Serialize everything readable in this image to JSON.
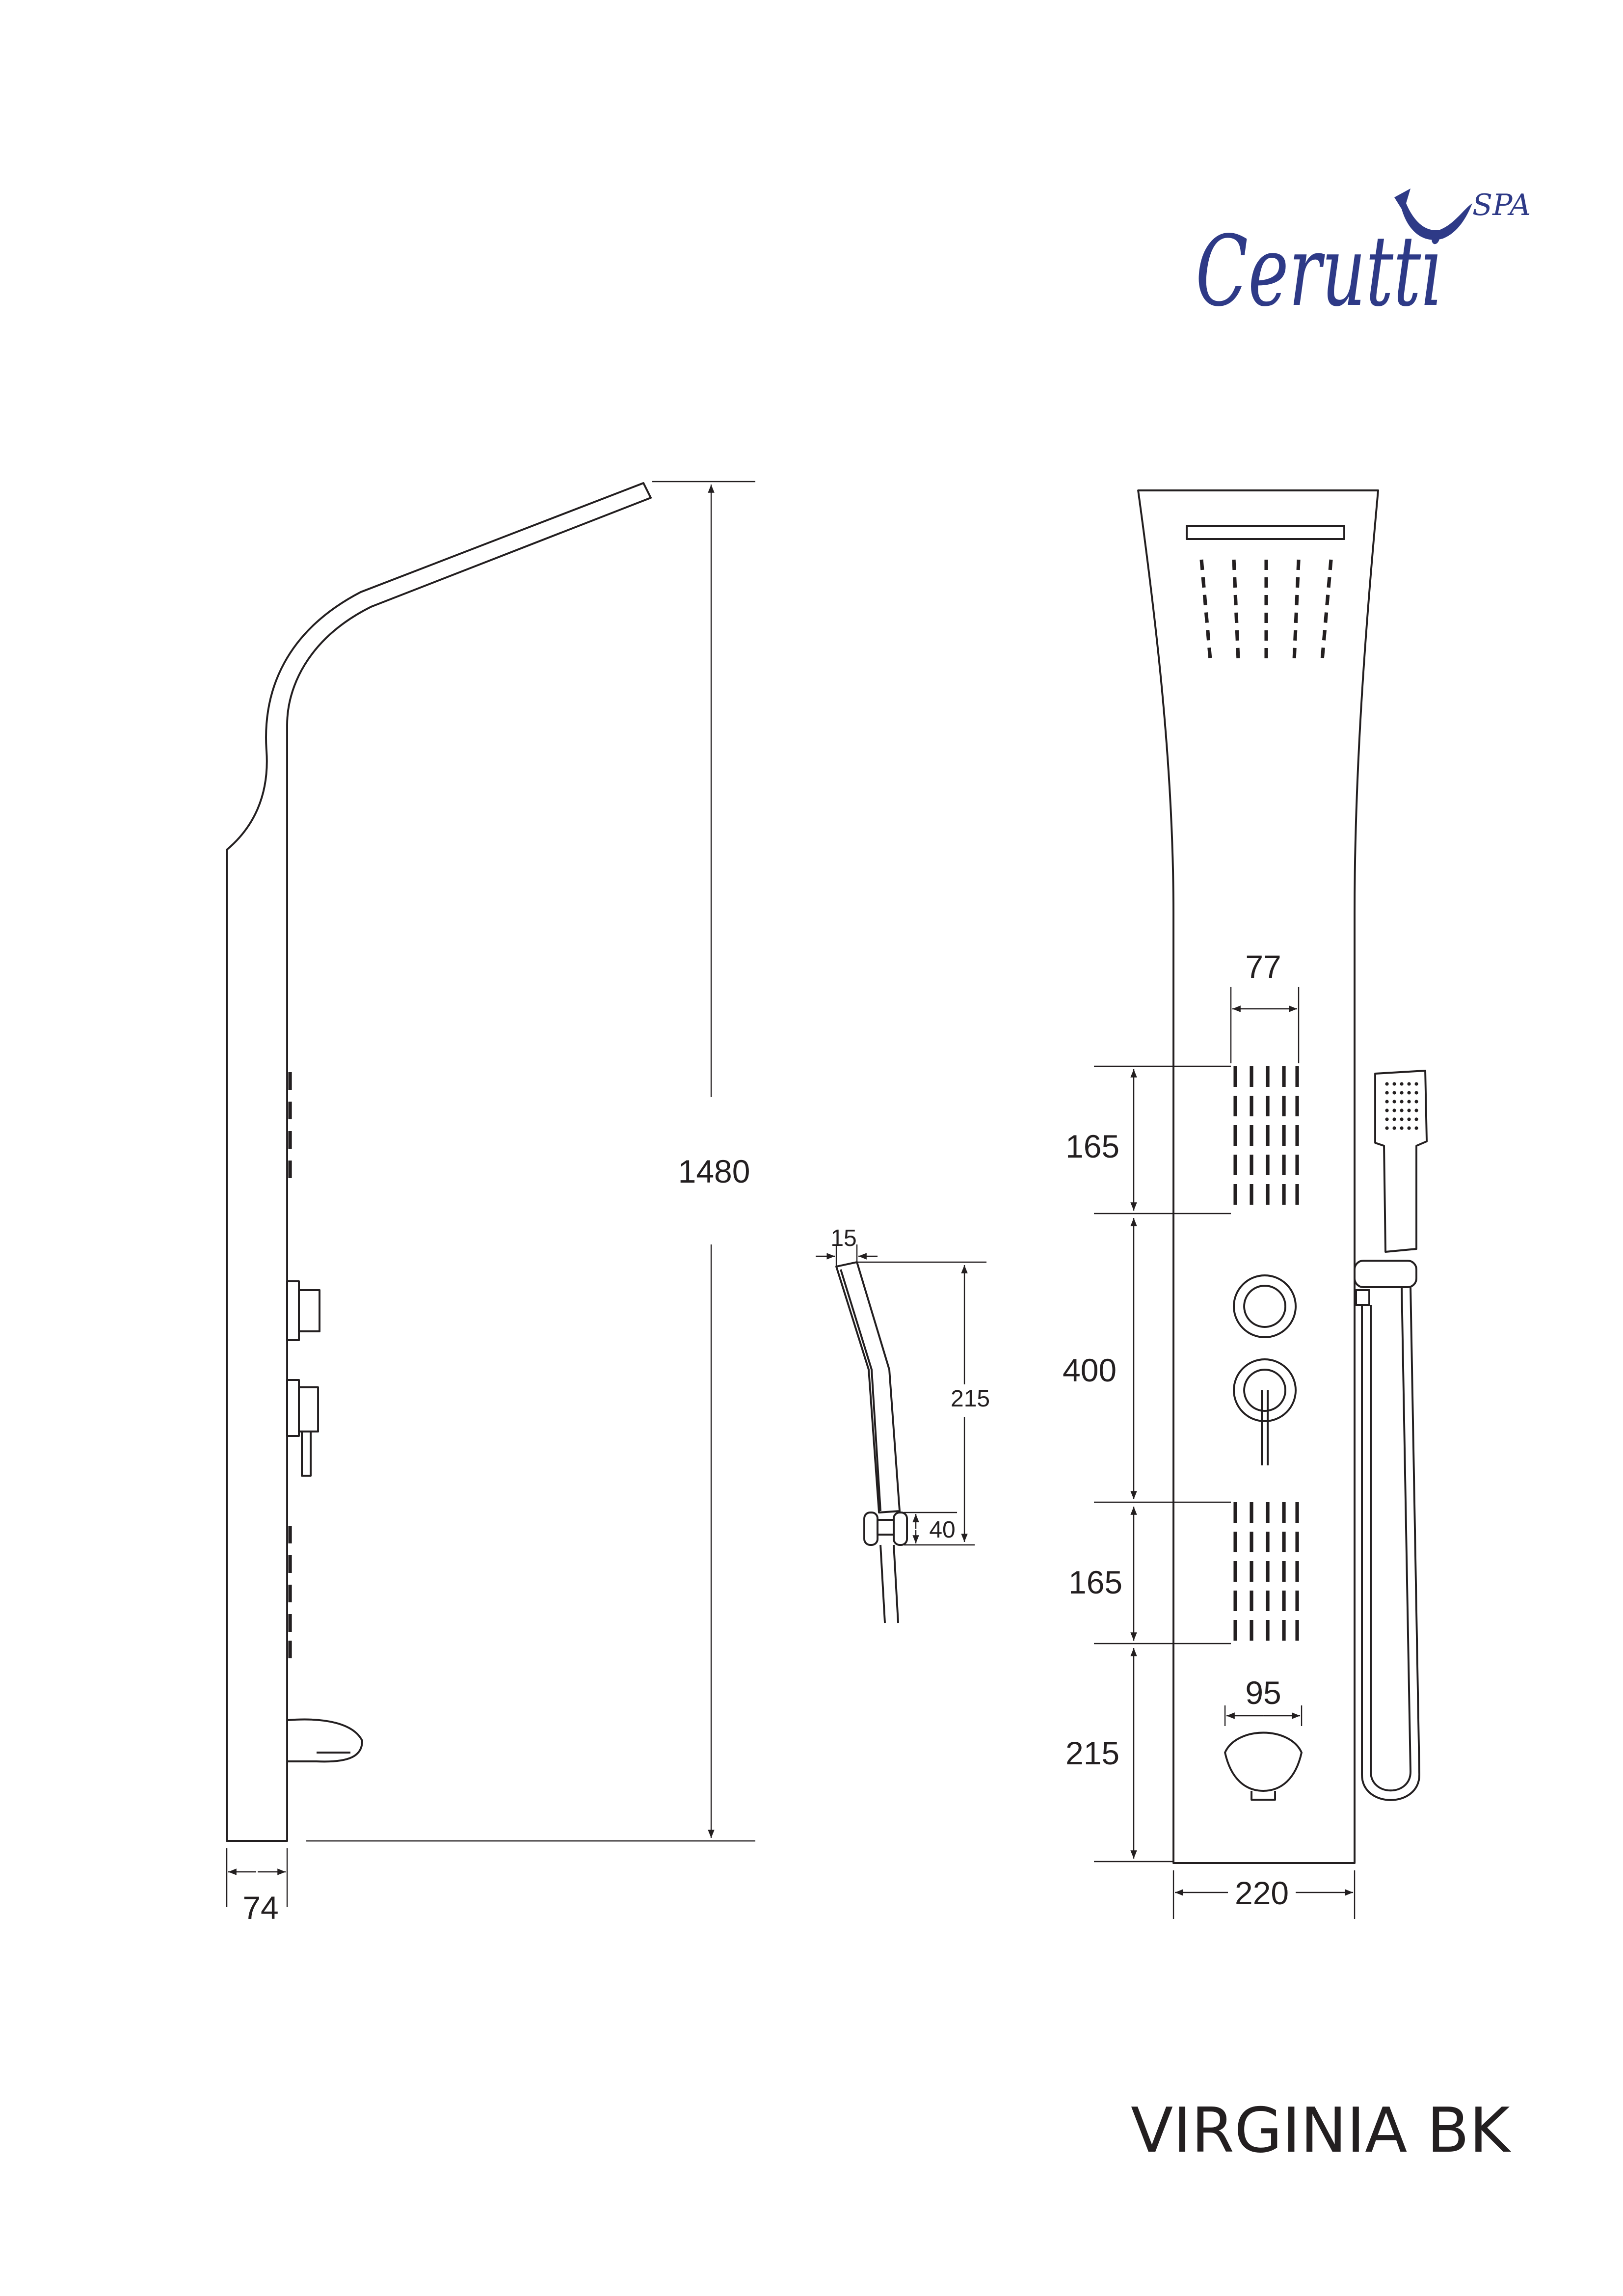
{
  "brand": {
    "logo_text": "Cerutti",
    "logo_sub": "SPA",
    "color": "#2e3a87"
  },
  "model_name": "VIRGINIA BK",
  "side_view": {
    "height_label": "1480",
    "depth_label": "74"
  },
  "hand_shower": {
    "width_label": "15",
    "height_label": "215",
    "holder_label": "40"
  },
  "front_view": {
    "jets_width_label": "77",
    "upper_jets_label": "165",
    "mixer_zone_label": "400",
    "lower_jets_label": "165",
    "spout_zone_label": "215",
    "spout_width_label": "95",
    "panel_width_label": "220"
  }
}
